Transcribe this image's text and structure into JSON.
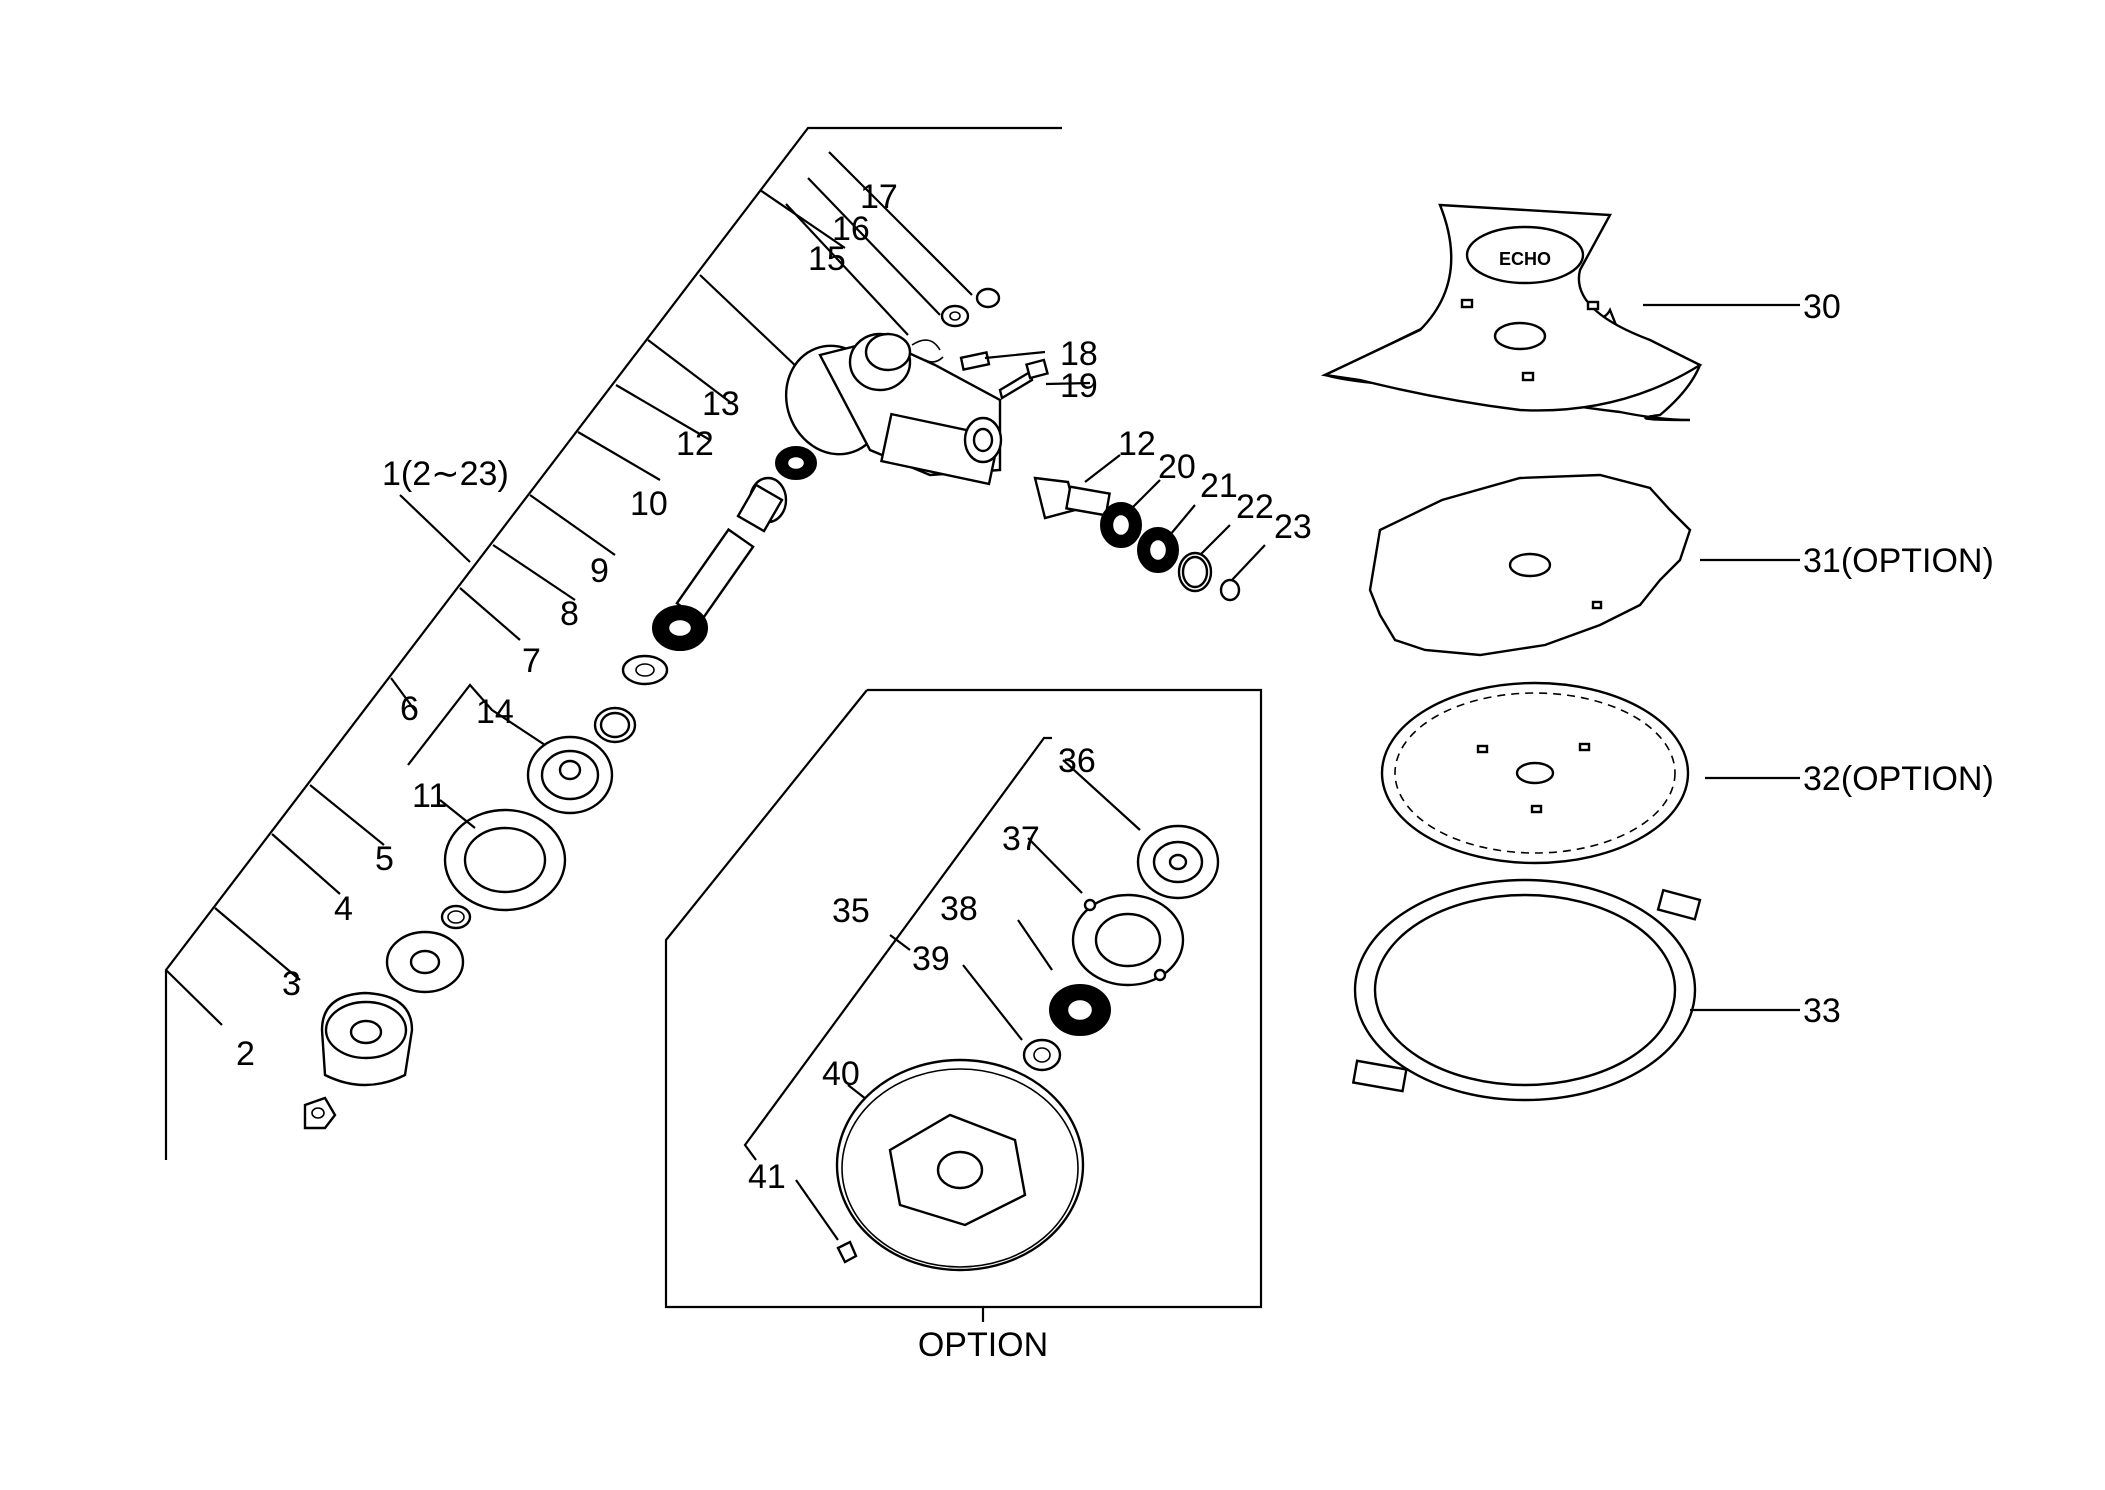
{
  "labels": {
    "l17": "17",
    "l16": "16",
    "l15": "15",
    "l18": "18",
    "l19": "19",
    "l13": "13",
    "l12a": "12",
    "l12b": "12",
    "l10": "10",
    "l9": "9",
    "l8": "8",
    "l7": "7",
    "l6": "6",
    "l14": "14",
    "l11": "11",
    "l5": "5",
    "l4": "4",
    "l3": "3",
    "l2": "2",
    "l1": "1(2∼23)",
    "l20": "20",
    "l21": "21",
    "l22": "22",
    "l23": "23",
    "l30": "30",
    "l31": "31(OPTION)",
    "l32": "32(OPTION)",
    "l33": "33",
    "l36": "36",
    "l37": "37",
    "l38": "38",
    "l35": "35",
    "l39": "39",
    "l40": "40",
    "l41": "41",
    "option": "OPTION",
    "blade_logo": "ECHO"
  }
}
